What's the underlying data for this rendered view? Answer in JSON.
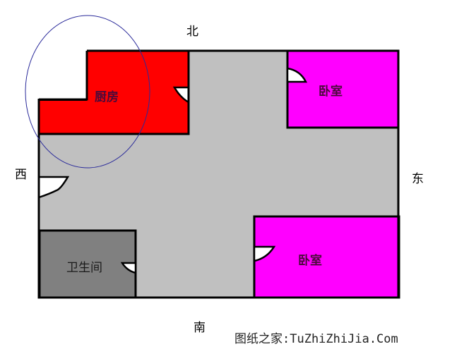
{
  "directions": {
    "north": "北",
    "south": "南",
    "east": "东",
    "west": "西"
  },
  "rooms": [
    {
      "id": "kitchen",
      "label": "厨房",
      "color": "#ff0000"
    },
    {
      "id": "bedroom-top",
      "label": "卧室",
      "color": "#ff00ff"
    },
    {
      "id": "bedroom-bottom",
      "label": "卧室",
      "color": "#ff00ff"
    },
    {
      "id": "bathroom",
      "label": "卫生间",
      "color": "#808080"
    },
    {
      "id": "living-area",
      "label": "",
      "color": "#c0c0c0"
    }
  ],
  "annotation": {
    "shape": "ellipse",
    "color": "#2a2a9a",
    "target": "kitchen"
  },
  "watermark": "图纸之家:TuZhiZhiJia.Com"
}
